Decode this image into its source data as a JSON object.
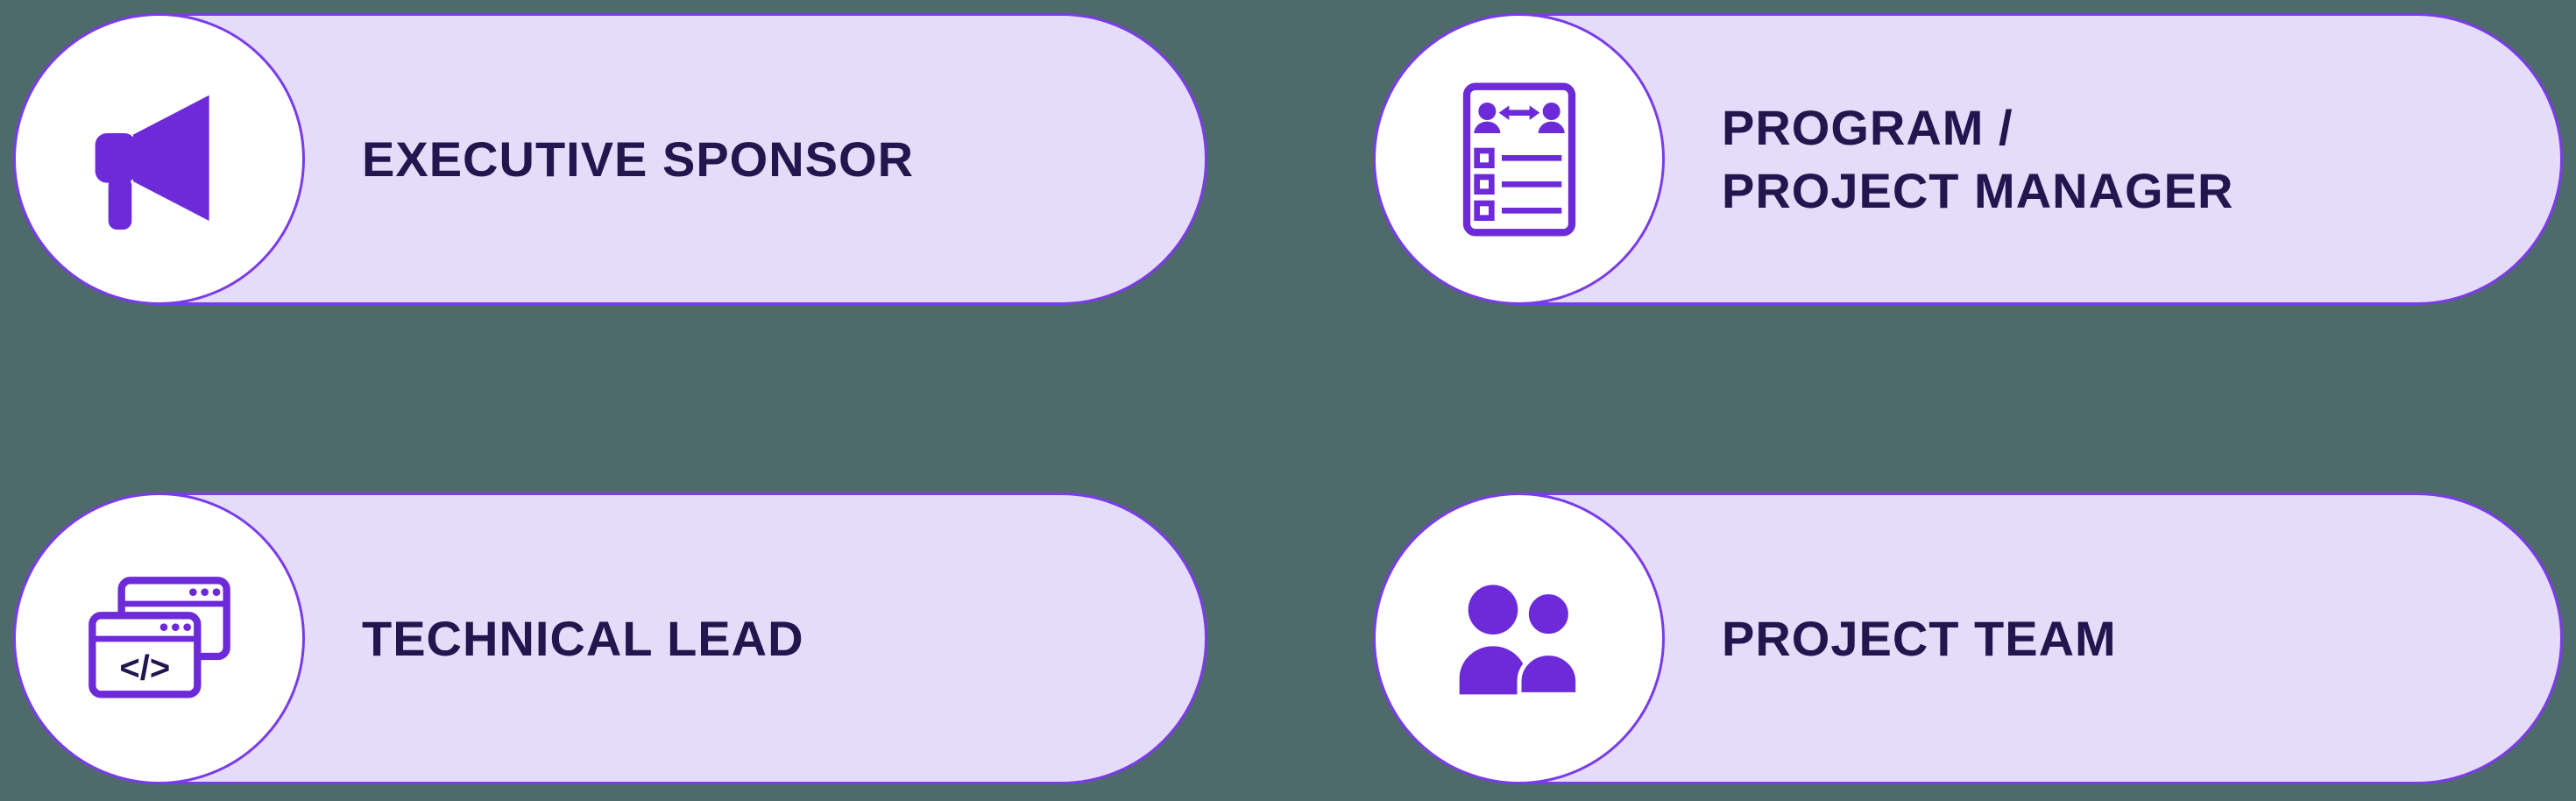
{
  "theme": {
    "background_color": "#4F6A6A",
    "pill_background": "#E5DCF9",
    "pill_border": "#7A3BE8",
    "circle_background": "#FFFFFF",
    "icon_color": "#6D2AD8",
    "text_color": "#23164F"
  },
  "cards": [
    {
      "label": "EXECUTIVE SPONSOR",
      "icon": "megaphone-icon"
    },
    {
      "label": "PROGRAM /\nPROJECT MANAGER",
      "icon": "stakeholder-list-icon"
    },
    {
      "label": "TECHNICAL LEAD",
      "icon": "code-windows-icon"
    },
    {
      "label": "PROJECT TEAM",
      "icon": "team-icon"
    }
  ],
  "icon_glyphs": {
    "code_symbol": "</>"
  }
}
